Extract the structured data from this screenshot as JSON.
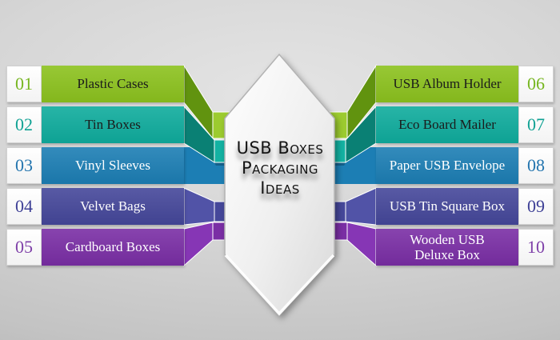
{
  "center": {
    "line1": "USB Boxes",
    "line2": "Packaging",
    "line3": "Ideas"
  },
  "left_items": [
    {
      "num": "01",
      "label": "Plastic Cases",
      "color": "#8CC21E",
      "fold": "#61930F",
      "cap": "#9CCB2F",
      "num_color": "#76B61F",
      "text_color": "#1b1b1b"
    },
    {
      "num": "02",
      "label": "Tin Boxes",
      "color": "#0FAC9D",
      "fold": "#0A8074",
      "cap": "#13B2A2",
      "num_color": "#0FA193",
      "text_color": "#1b1b1b"
    },
    {
      "num": "03",
      "label": "Vinyl Sleeves",
      "color": "#1C7EB4",
      "fold": "#14608B",
      "cap": "#1C7EB4",
      "num_color": "#2274AE",
      "text_color": "#ffffff"
    },
    {
      "num": "04",
      "label": "Velvet Bags",
      "color": "#45479A",
      "fold": "#5153A7",
      "cap": "#4F51A4",
      "num_color": "#3E4096",
      "text_color": "#ffffff"
    },
    {
      "num": "05",
      "label": "Cardboard Boxes",
      "color": "#7A2EA5",
      "fold": "#8636B5",
      "cap": "#8636B5",
      "num_color": "#7E3FA8",
      "text_color": "#ffffff"
    }
  ],
  "right_items": [
    {
      "num": "06",
      "label": "USB Album Holder",
      "color": "#8CC21E",
      "fold": "#61930F",
      "cap": "#9CCB2F",
      "num_color": "#76B61F",
      "text_color": "#1b1b1b"
    },
    {
      "num": "07",
      "label": "Eco Board Mailer",
      "color": "#0FAC9D",
      "fold": "#0A8074",
      "cap": "#13B2A2",
      "num_color": "#0FA193",
      "text_color": "#1b1b1b"
    },
    {
      "num": "08",
      "label": "Paper USB Envelope",
      "color": "#1C7EB4",
      "fold": "#14608B",
      "cap": "#1C7EB4",
      "num_color": "#2274AE",
      "text_color": "#ffffff"
    },
    {
      "num": "09",
      "label": "USB Tin Square Box",
      "color": "#45479A",
      "fold": "#5153A7",
      "cap": "#4F51A4",
      "num_color": "#3E4096",
      "text_color": "#ffffff"
    },
    {
      "num": "10",
      "label": "Wooden USB Deluxe Box",
      "color": "#7A2EA5",
      "fold": "#8636B5",
      "cap": "#8636B5",
      "num_color": "#7E3FA8",
      "text_color": "#ffffff"
    }
  ],
  "badge": {
    "fill_top": "#ffffff",
    "fill_bottom": "#d9d9d9",
    "border": "#b2b2b2"
  }
}
